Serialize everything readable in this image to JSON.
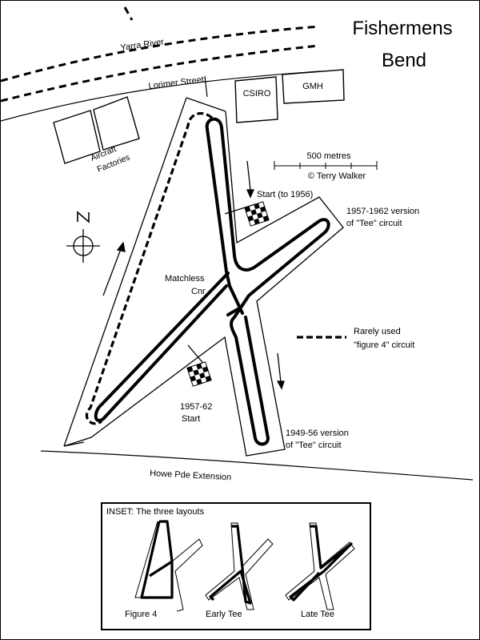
{
  "map": {
    "title_line1": "Fishermens",
    "title_line2": "Bend",
    "labels": {
      "river": "Yarra River",
      "lorimer": "Lorimer Street",
      "csiro": "CSIRO",
      "gmh": "GMH",
      "aircraft_1": "Aircraft",
      "aircraft_2": "Factories",
      "scale": "500 metres",
      "credit": "© Terry Walker",
      "start_old": "Start (to 1956)",
      "v5762_1": "1957-1962 version",
      "v5762_2": "of \"Tee\" circuit",
      "matchless_1": "Matchless",
      "matchless_2": "Cnr",
      "rarely_1": "Rarely used",
      "rarely_2": "\"figure 4\" circuit",
      "start_new_1": "1957-62",
      "start_new_2": "Start",
      "v4956_1": "1949-56 version",
      "v4956_2": "of \"Tee\" circuit",
      "howe": "Howe Pde Extension"
    },
    "inset": {
      "title": "INSET: The three layouts",
      "layouts": [
        "Figure 4",
        "Early Tee",
        "Late Tee"
      ]
    }
  }
}
